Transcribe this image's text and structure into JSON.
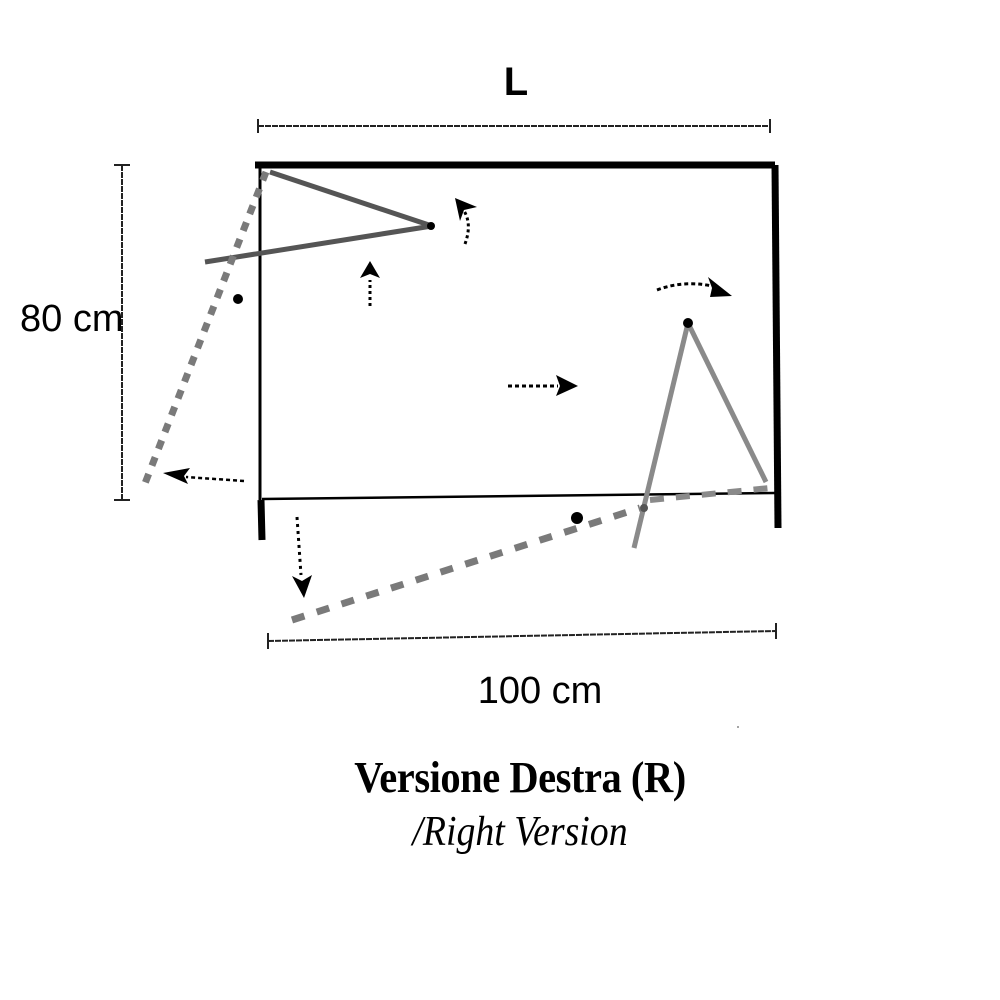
{
  "diagram": {
    "type": "shower-enclosure-door-swing-plan",
    "dimensions": {
      "width_label_top": "L",
      "depth_label": "80 cm",
      "width_label_bottom": "100 cm"
    },
    "title": {
      "main": "Versione Destra (R)",
      "sub": "/Right Version"
    },
    "elements": {
      "frame": "enclosure-outline",
      "doors": [
        "left-pivot-door-open-inward",
        "left-pivot-door-open-outward",
        "right-folding-door",
        "bottom-swing-door-open"
      ],
      "arrows": [
        "rotate-up-arrow",
        "up-arrow",
        "right-arrow",
        "curved-right-arrow",
        "left-arrow",
        "down-arrow"
      ]
    },
    "colors": {
      "ink": "#000000",
      "door_gray": "#555555",
      "door_light": "#8a8a8a",
      "background": "#ffffff"
    }
  }
}
